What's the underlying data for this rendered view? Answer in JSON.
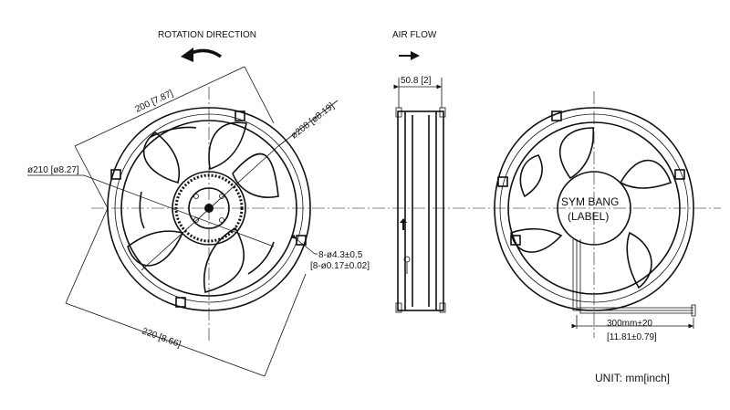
{
  "labels": {
    "rotation_direction": "ROTATION DIRECTION",
    "air_flow": "AIR FLOW",
    "dim_200": "200 [7.87]",
    "dim_208": "ø208 [ø8.19]",
    "dim_210": "ø210 [ø8.27]",
    "dim_220": "220 [8.66]",
    "hole_dim_1": "8-ø4.3±0.5",
    "hole_dim_2": "[8-ø0.17±0.02]",
    "depth_dim": "50.8 [2]",
    "label_brand": "SYM BANG",
    "label_sub": "(LABEL)",
    "lead_len_1": "300mm±20",
    "lead_len_2": "[11.81±0.79]",
    "unit": "UNIT: mm[inch]"
  },
  "icons": {
    "rotation": "curved-arrow-left-icon",
    "airflow": "arrow-right-icon"
  }
}
